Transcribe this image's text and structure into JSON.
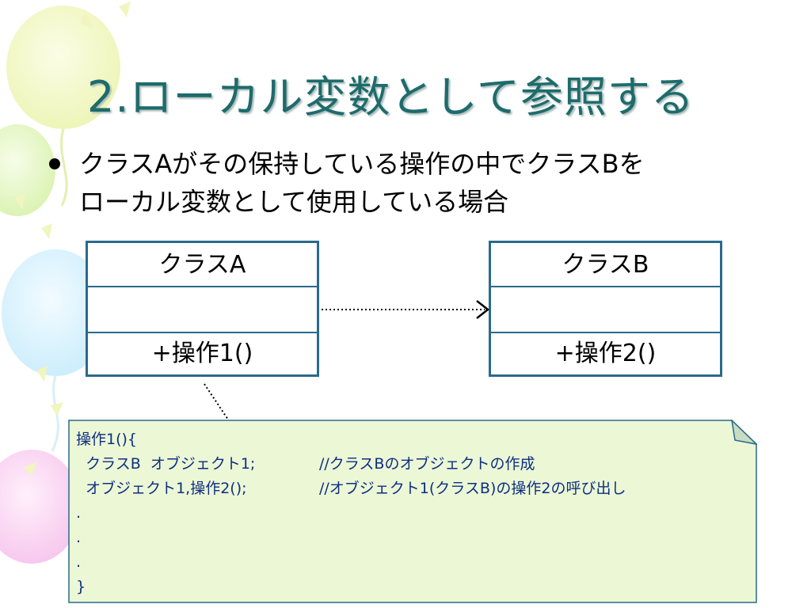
{
  "slide": {
    "title": "2.ローカル変数として参照する",
    "bullet": {
      "lines": [
        "クラスAがその保持している操作の中でクラスBを",
        "ローカル変数として使用している場合"
      ]
    }
  },
  "diagram": {
    "class_a": {
      "name": "クラスA",
      "attributes": "",
      "operation": "+操作1()"
    },
    "class_b": {
      "name": "クラスB",
      "attributes": "",
      "operation": "+操作2()"
    },
    "relationship": "dependency"
  },
  "note": {
    "lines": [
      {
        "code": "操作1(){",
        "comment": ""
      },
      {
        "code": "  クラスB  オブジェクト1;",
        "comment": "//クラスBのオブジェクトの作成"
      },
      {
        "code": "  オブジェクト1,操作2();",
        "comment": "//オブジェクト1(クラスB)の操作2の呼び出し"
      },
      {
        "code": ".",
        "comment": ""
      },
      {
        "code": ".",
        "comment": ""
      },
      {
        "code": ".",
        "comment": ""
      },
      {
        "code": "}",
        "comment": ""
      }
    ],
    "fill_color": "#ecf7d6",
    "border_color": "#2a6a8c"
  },
  "colors": {
    "title": "#1e6b6b",
    "class_border": "#2a6a8c",
    "note_text": "#0d2f80"
  }
}
